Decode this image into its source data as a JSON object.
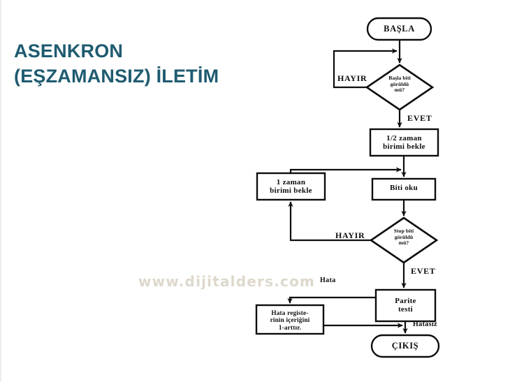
{
  "slide": {
    "title": "ASENKRON\n(EŞZAMANSIZ) İLETİM",
    "title_color": "#1f5b70",
    "background_color": "#ffffff",
    "watermark": "www.dijitalders.com",
    "watermark_color": "#ded8cc"
  },
  "flowchart": {
    "stroke_color": "#0d0d0d",
    "nodes": {
      "start": {
        "label": "BAŞLA",
        "shape": "terminator"
      },
      "decision_start_bit": {
        "label": "Başla biti\ngörüldü\nmü?",
        "shape": "decision"
      },
      "wait_half": {
        "label": "1/2 zaman\nbirimi bekle",
        "shape": "process"
      },
      "wait_one": {
        "label": "1 zaman\nbirimi bekle",
        "shape": "process"
      },
      "read_bit": {
        "label": "Biti oku",
        "shape": "process"
      },
      "decision_stop_bit": {
        "label": "Stop biti\ngörüldü\nmü?",
        "shape": "decision"
      },
      "parity_test": {
        "label": "Parite\ntesti",
        "shape": "process"
      },
      "error_register": {
        "label": "Hata registe-\nrinin içeriğini\n1-arttır.",
        "shape": "process"
      },
      "exit": {
        "label": "ÇIKIŞ",
        "shape": "terminator"
      }
    },
    "edge_labels": {
      "no_start": "HAYIR",
      "yes_start": "EVET",
      "no_stop": "HAYIR",
      "yes_stop": "EVET",
      "error": "Hata",
      "no_error": "Hatasız"
    }
  }
}
